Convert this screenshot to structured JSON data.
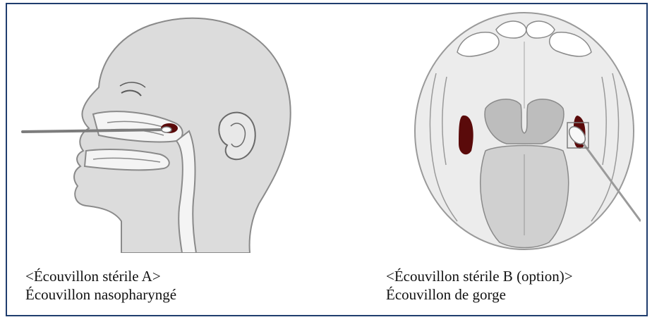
{
  "panels": [
    {
      "label": "<Écouvillon stérile A>",
      "description": "Écouvillon nasopharyngé",
      "illustration": "head-side-profile-nasal-swab"
    },
    {
      "label": "<Écouvillon stérile B (option)>",
      "description": "Écouvillon de gorge",
      "illustration": "open-mouth-throat-swab"
    }
  ],
  "colors": {
    "border": "#1f3d6e",
    "skin": "#dcdcdc",
    "outline": "#8a8a8a",
    "tissue": "#5a0a0a",
    "swab": "#7c7c7c"
  }
}
